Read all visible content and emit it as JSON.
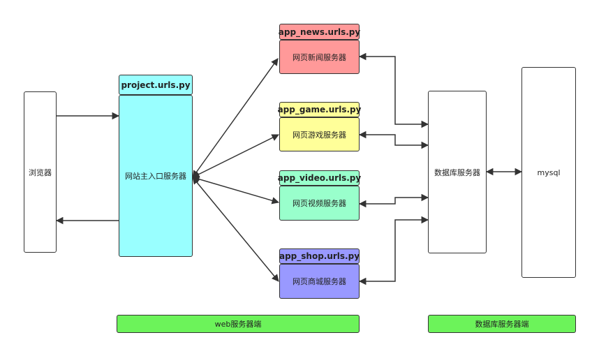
{
  "nodes": {
    "browser": {
      "label": "浏览器"
    },
    "project": {
      "header": "project.urls.py",
      "label": "网站主入口服务器"
    },
    "news": {
      "header": "app_news.urls.py",
      "label": "网页新闻服务器"
    },
    "game": {
      "header": "app_game.urls.py",
      "label": "网页游戏服务器"
    },
    "video": {
      "header": "app_video.urls.py",
      "label": "网页视频服务器"
    },
    "shop": {
      "header": "app_shop.urls.py",
      "label": "网页商城服务器"
    },
    "db": {
      "label": "数据库服务器"
    },
    "mysql": {
      "label": "mysql"
    }
  },
  "footers": {
    "web": "web服务器端",
    "db": "数据库服务器端"
  },
  "colors": {
    "project": "#99ffff",
    "news": "#ff9999",
    "game": "#ffff99",
    "video": "#99ffcc",
    "shop": "#9999ff",
    "footer": "#6cf35a"
  }
}
